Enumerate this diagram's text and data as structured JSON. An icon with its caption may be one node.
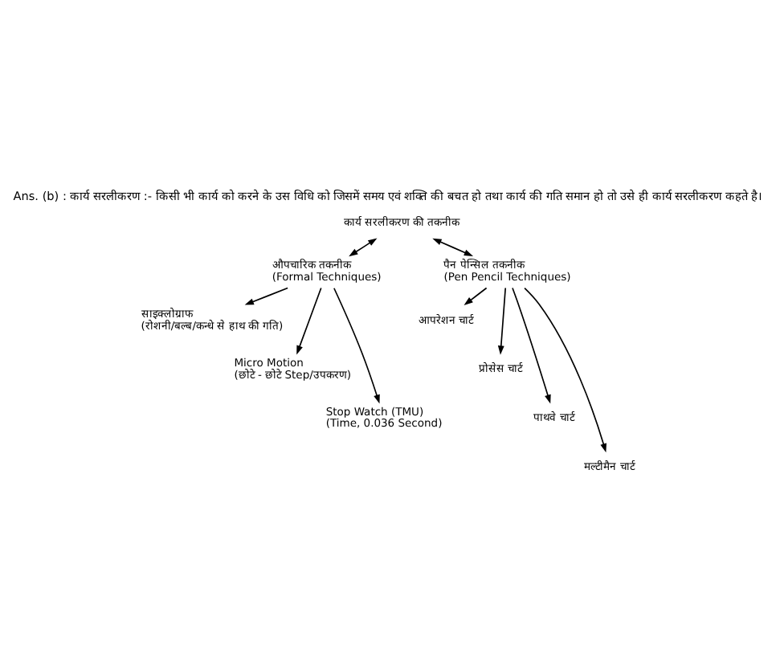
{
  "diagram": {
    "title": "Ans. (b) : कार्य सरलीकरण :- किसी भी कार्य को करने के उस विधि को जिसमें समय एवं शक्ति की बचत हो तथा कार्य की गति समान हो तो उसे ही कार्य सरलीकरण कहते है।",
    "nodes": [
      {
        "text": [
          "कार्य सरलीकरण की तकनीक"
        ]
      },
      {
        "text": [
          "औपचारिक तकनीक",
          "(Formal Techniques)"
        ]
      },
      {
        "text": [
          "पैन पेन्सिल तकनीक",
          "(Pen Pencil Techniques)"
        ]
      },
      {
        "text": [
          "साइक्लोग्राफ",
          "(रोशनी/बल्ब/कन्धे से हाथ की गति)"
        ]
      },
      {
        "text": [
          "Micro Motion",
          "(छोटे - छोटे Step/उपकरण)"
        ]
      },
      {
        "text": [
          "Stop Watch (TMU)",
          "(Time, 0.036 Second)"
        ]
      },
      {
        "text": [
          "आपरेशन चार्ट"
        ]
      },
      {
        "text": [
          "प्रोसेस चार्ट"
        ]
      },
      {
        "text": [
          "पाथवे चार्ट"
        ]
      },
      {
        "text": [
          "मल्टीमैन चार्ट"
        ]
      }
    ],
    "edges": [
      {
        "from": 0,
        "to": 1,
        "arrow": "both"
      },
      {
        "from": 0,
        "to": 2,
        "arrow": "both"
      },
      {
        "from": 1,
        "to": 3,
        "arrow": "to"
      },
      {
        "from": 1,
        "to": 4,
        "arrow": "to"
      },
      {
        "from": 1,
        "to": 5,
        "arrow": "to"
      },
      {
        "from": 2,
        "to": 6,
        "arrow": "to"
      },
      {
        "from": 2,
        "to": 7,
        "arrow": "to"
      },
      {
        "from": 2,
        "to": 8,
        "arrow": "to"
      },
      {
        "from": 2,
        "to": 9,
        "arrow": "to"
      }
    ]
  }
}
